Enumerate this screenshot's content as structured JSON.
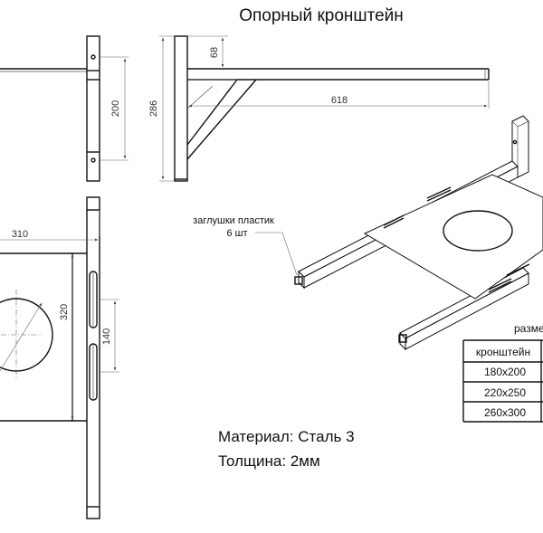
{
  "title": "Опорный кронштейн",
  "dimensions": {
    "d68": "68",
    "d618": "618",
    "d200": "200",
    "d286": "286",
    "d310": "310",
    "d320": "320",
    "d140": "140"
  },
  "callout": {
    "line1": "заглушки пластик",
    "line2": "6 шт"
  },
  "material_label": "Материал: Сталь 3",
  "thickness_label": "Толщина: 2мм",
  "table": {
    "title": "разме",
    "header": "кронштейн",
    "rows": [
      "180х200",
      "220х250",
      "260х300"
    ]
  }
}
